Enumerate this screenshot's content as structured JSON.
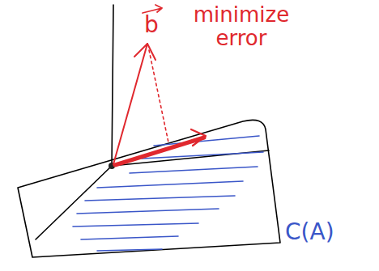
{
  "diagram": {
    "labels": [
      "b",
      "minimize error",
      "C(A)"
    ]
  }
}
